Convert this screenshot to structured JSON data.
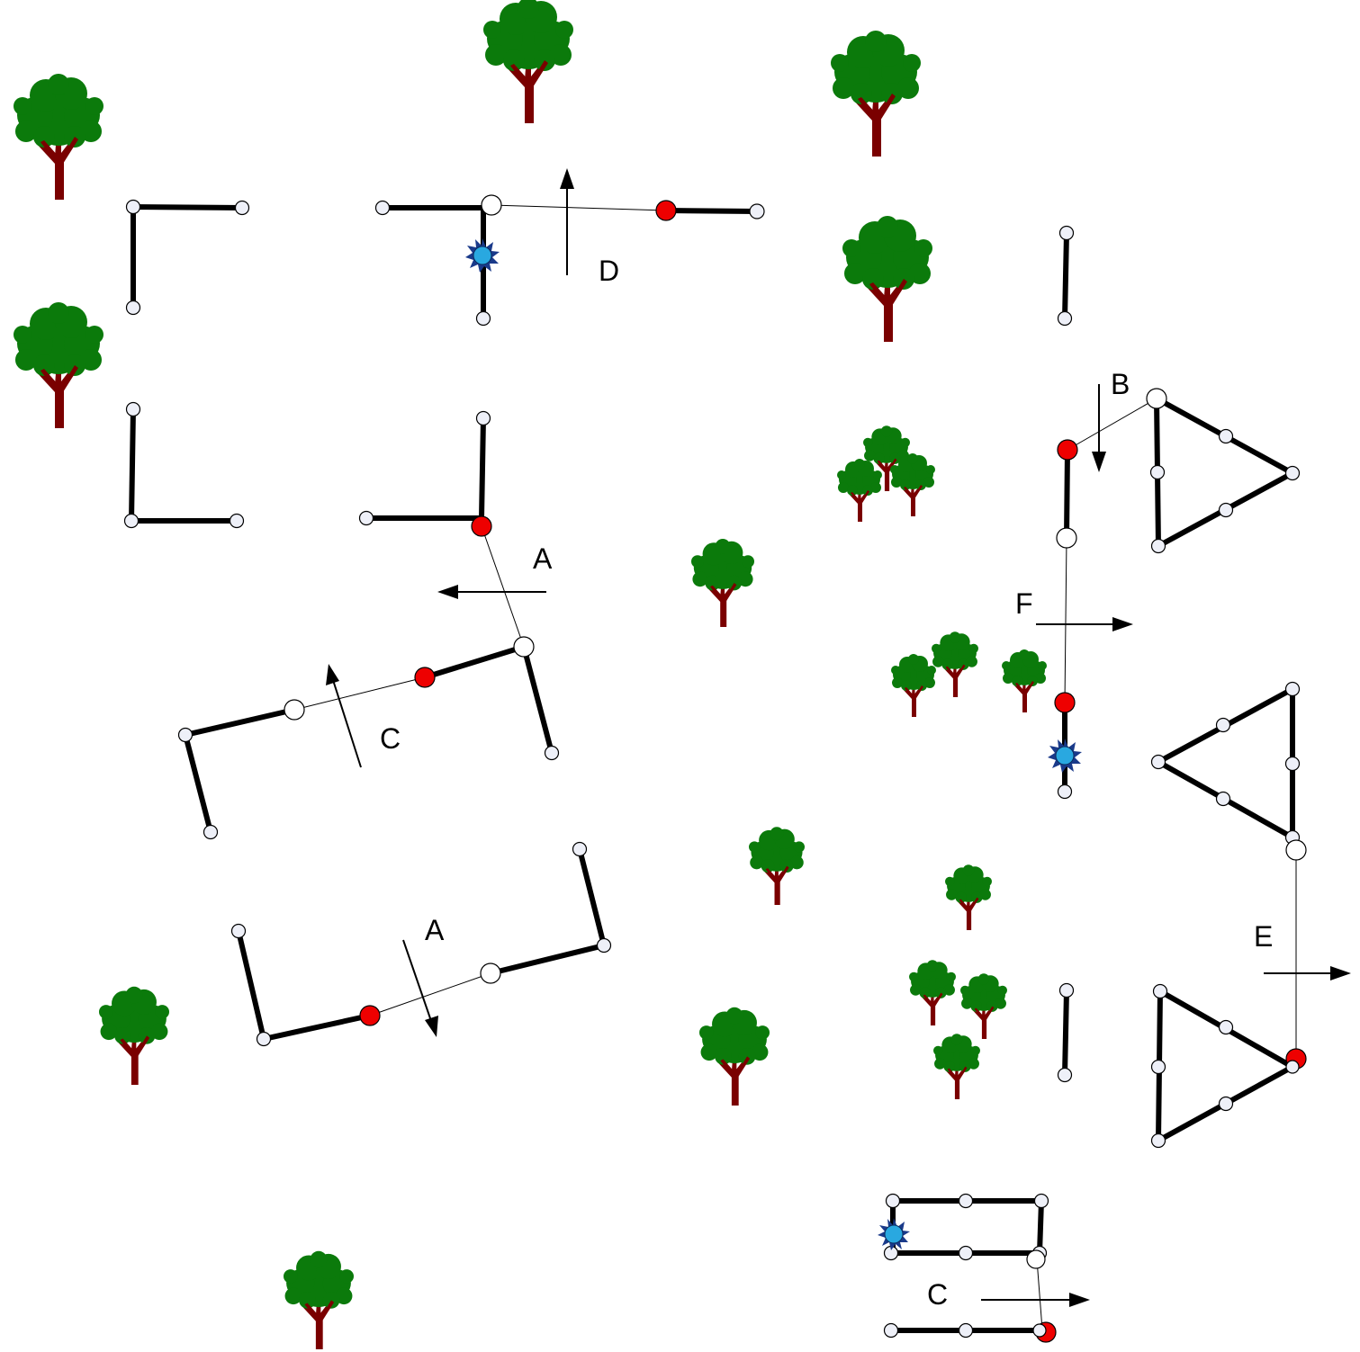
{
  "labels": {
    "a_left": "A",
    "a_bottom": "A",
    "b": "B",
    "c_left": "C",
    "c_bottom": "C",
    "d": "D",
    "e": "E",
    "f": "F"
  },
  "colors": {
    "tree_canopy": "#0b7a0b",
    "tree_trunk": "#7a0000",
    "marker_red": "#ee0000",
    "marker_blue": "#29a8e0",
    "node_fill": "#eef0f8",
    "wall": "#000000"
  },
  "icons": {
    "tree": "tree-icon",
    "star_marker": "blue-star-marker-icon"
  }
}
